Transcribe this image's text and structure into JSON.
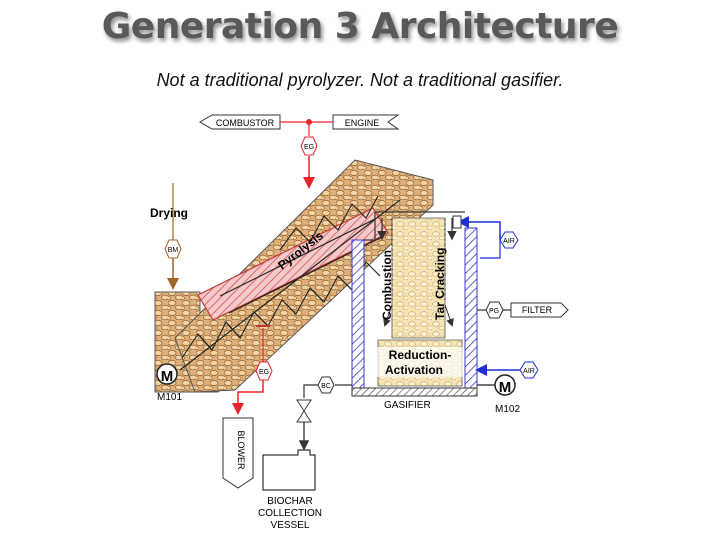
{
  "slide": {
    "title": "Generation 3 Architecture",
    "subtitle": "Not a traditional pyrolyzer.  Not a traditional gasifier."
  },
  "diagram": {
    "labels": {
      "combustor": "COMBUSTOR",
      "engine": "ENGINE",
      "eg_top": "EG",
      "drying": "Drying",
      "bm": "BM",
      "pyrolysis": "Pyrolysis",
      "combustion": "Combustion",
      "tar_cracking": "Tar Cracking",
      "air_top": "AIR",
      "pg": "PG",
      "filter": "FILTER",
      "reduction_line1": "Reduction-",
      "reduction_line2": "Activation",
      "air_bottom": "AIR",
      "motor_left": "M",
      "m101": "M101",
      "motor_right": "M",
      "m102": "M102",
      "gasifier": "GASIFIER",
      "bc": "BC",
      "eg_bottom": "EG",
      "blower": "BLOWER",
      "vessel_line1": "BIOCHAR",
      "vessel_line2": "COLLECTION",
      "vessel_line3": "VESSEL"
    },
    "colors": {
      "exhaust_gas_line": "#e8232a",
      "air_line": "#1f2fd1",
      "biomass_line": "#a0632a",
      "pyrolysis_tube": "#e8a7a7",
      "gasifier_wall": "#3a3ac8",
      "pellet_fill": "#e0b07a",
      "char_fill": "#f4e2b0"
    }
  }
}
